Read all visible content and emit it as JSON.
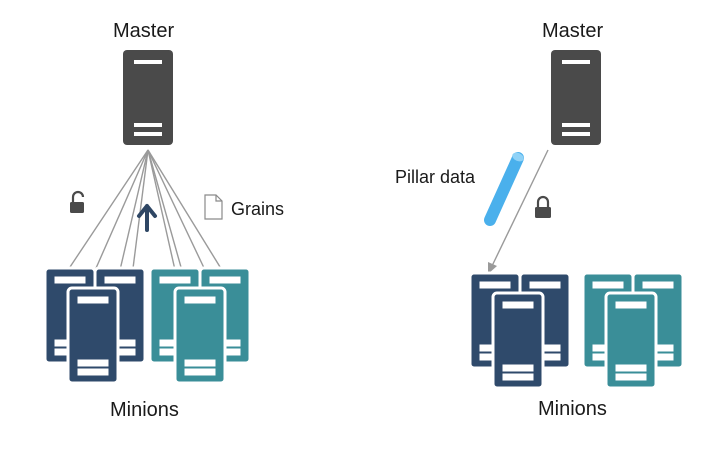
{
  "left_panel": {
    "master_label": "Master",
    "minions_label": "Minions",
    "grains_label": "Grains",
    "icons": [
      "unlocked-padlock-icon",
      "document-icon",
      "up-arrow-icon"
    ]
  },
  "right_panel": {
    "master_label": "Master",
    "minions_label": "Minions",
    "pillar_label": "Pillar data",
    "icons": [
      "locked-padlock-icon",
      "pillar-cylinder-icon"
    ]
  },
  "colors": {
    "master": "#4a4a4a",
    "minion_navy": "#2f4a6b",
    "minion_teal": "#3a8e98",
    "line": "#9a9a9a",
    "pillar": "#4ab0ec",
    "arrow": "#2e4664"
  }
}
